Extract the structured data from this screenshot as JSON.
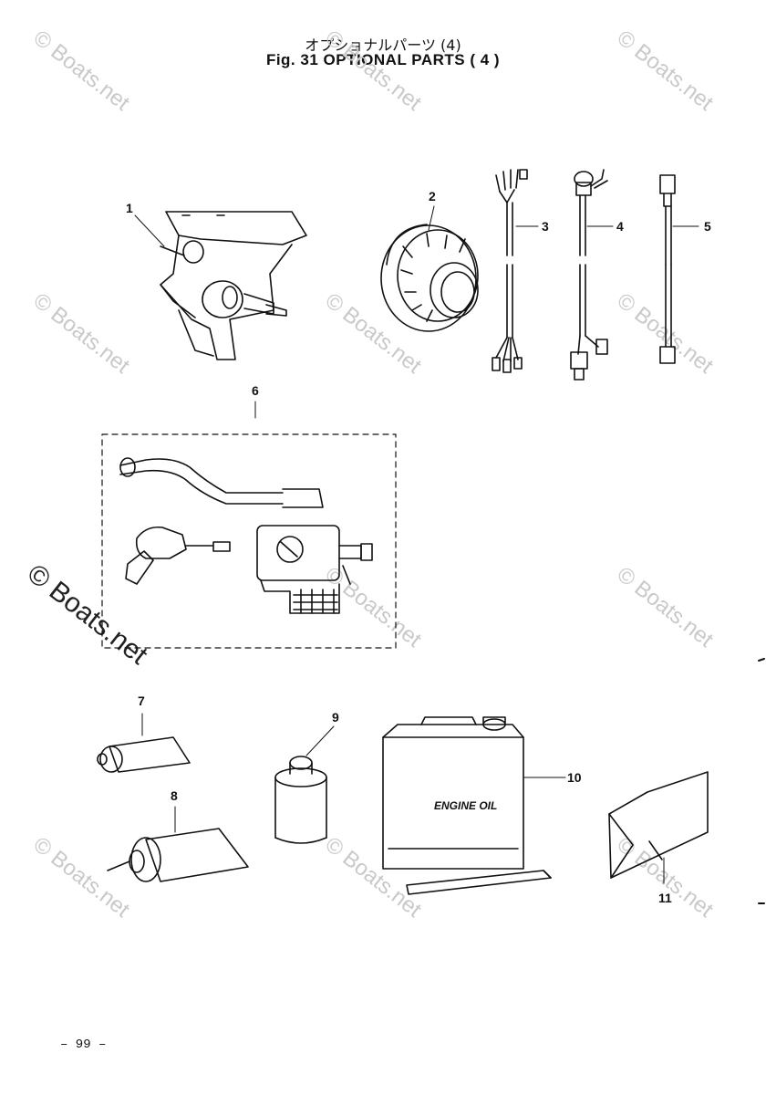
{
  "header": {
    "title_jp": "オプショナルパーツ (4)",
    "title_en": "Fig. 31   OPTIONAL PARTS ( 4 )"
  },
  "callouts": [
    "1",
    "2",
    "3",
    "4",
    "5",
    "6",
    "7",
    "8",
    "9",
    "10",
    "11"
  ],
  "labels": {
    "engine_oil": "ENGINE OIL"
  },
  "watermark": {
    "text": "© Boats.net"
  },
  "footer": {
    "page_number": "– 99 –"
  }
}
